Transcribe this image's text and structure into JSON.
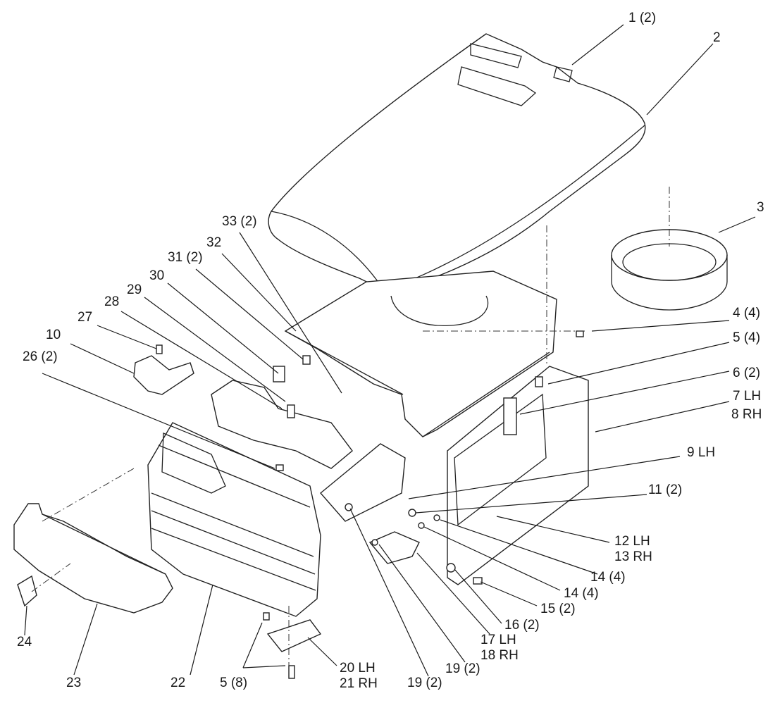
{
  "labels": {
    "l1": "1 (2)",
    "l2": "2",
    "l3": "3",
    "l4": "4 (4)",
    "l5a": "5 (4)",
    "l6": "6 (2)",
    "l7": "7 LH",
    "l8": "8 RH",
    "l9": "9 LH",
    "l10": "10",
    "l11": "11 (2)",
    "l12": "12 LH",
    "l13": "13 RH",
    "l14a": "14 (4)",
    "l14b": "14 (4)",
    "l15": "15 (2)",
    "l16": "16 (2)",
    "l17": "17 LH",
    "l18": "18 RH",
    "l19a": "19 (2)",
    "l19b": "19 (2)",
    "l20": "20 LH",
    "l21": "21 RH",
    "l22": "22",
    "l23": "23",
    "l24": "24",
    "l5b": "5 (8)",
    "l26": "26 (2)",
    "l27": "27",
    "l28": "28",
    "l29": "29",
    "l30": "30",
    "l31": "31 (2)",
    "l32": "32",
    "l33": "33 (2)"
  }
}
